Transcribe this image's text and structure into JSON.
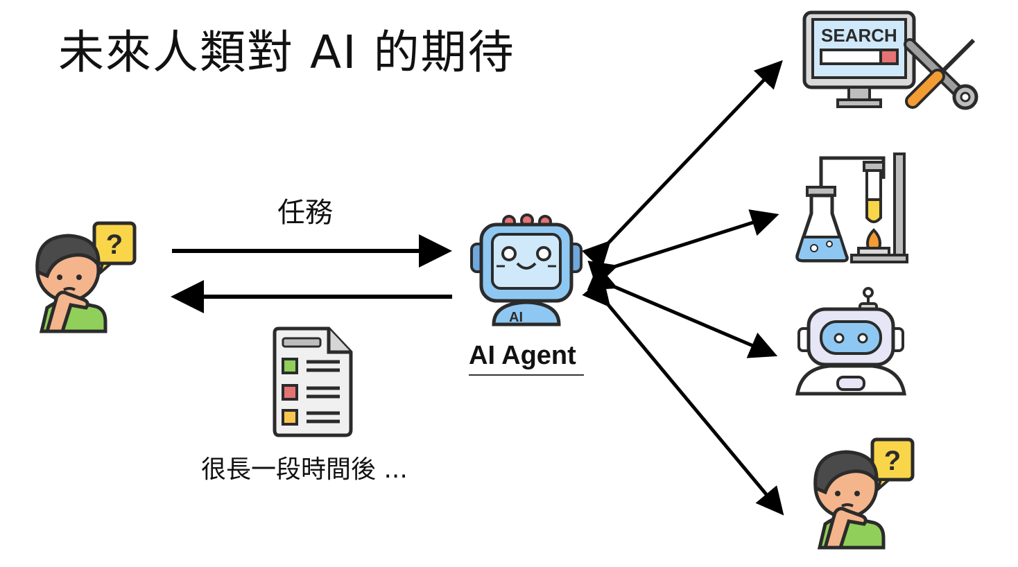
{
  "title": "未來人類對 AI 的期待",
  "task_label": "任務",
  "later_label": "很長一段時間後 ...",
  "agent": {
    "label": "AI Agent",
    "badge": "AI"
  },
  "tools": {
    "search_text": "SEARCH"
  },
  "user": {
    "bubble": "?"
  },
  "second_user": {
    "bubble": "?"
  },
  "colors": {
    "skin": "#f4b58c",
    "hair": "#4a4a4a",
    "shirt": "#8fcf5a",
    "bubble": "#f9d54a",
    "robot_blue": "#8ec8f2",
    "robot_screen": "#cfe9fb",
    "robot_ears": "#e57373",
    "outline": "#2b2b2b"
  }
}
